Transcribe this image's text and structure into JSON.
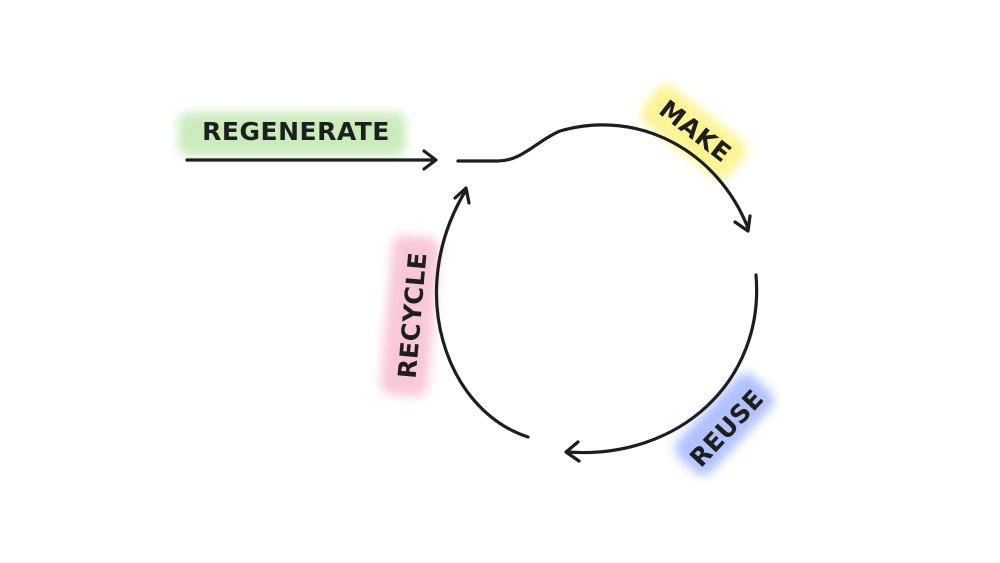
{
  "diagram": {
    "type": "circular-flow",
    "colors": {
      "stroke": "#1e1e1e",
      "regenerate": "#b9e6a6",
      "make": "#fbf27a",
      "reuse": "#98aeff",
      "recycle": "#f7b2c8"
    },
    "stages": {
      "regenerate": {
        "label": "REGENERATE"
      },
      "make": {
        "label": "MAKE"
      },
      "reuse": {
        "label": "REUSE"
      },
      "recycle": {
        "label": "RECYCLE"
      }
    },
    "icons": {
      "arrowhead": "arrowhead-icon"
    }
  }
}
